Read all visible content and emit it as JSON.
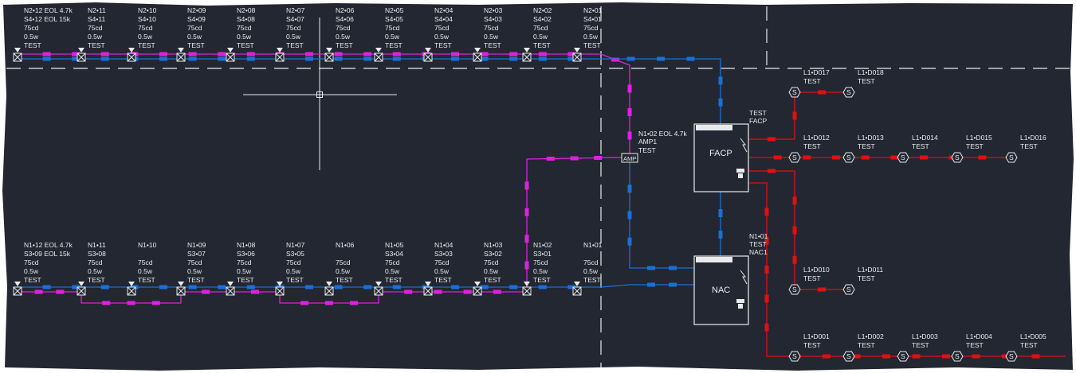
{
  "colors": {
    "background": "#232731",
    "blue_wire": "#1a6fd8",
    "magenta_wire": "#e020e0",
    "red_wire": "#e01010",
    "text": "#e8eaee",
    "device": "#e8eaee"
  },
  "top_row": {
    "eol": "N2•12 EOL 4.7k",
    "eol2": "S4•12 EOL 15k",
    "devices": [
      {
        "id": "N2•12",
        "addr": "S4•12",
        "cd": "75cd",
        "w": "0.5w",
        "t": "TEST"
      },
      {
        "id": "N2•11",
        "addr": "S4•11",
        "cd": "75cd",
        "w": "0.5w",
        "t": "TEST"
      },
      {
        "id": "N2•10",
        "addr": "S4•10",
        "cd": "75cd",
        "w": "0.5w",
        "t": "TEST"
      },
      {
        "id": "N2•09",
        "addr": "S4•09",
        "cd": "75cd",
        "w": "0.5w",
        "t": "TEST"
      },
      {
        "id": "N2•08",
        "addr": "S4•08",
        "cd": "75cd",
        "w": "0.5w",
        "t": "TEST"
      },
      {
        "id": "N2•07",
        "addr": "S4•07",
        "cd": "75cd",
        "w": "0.5w",
        "t": "TEST"
      },
      {
        "id": "N2•06",
        "addr": "S4•06",
        "cd": "75cd",
        "w": "0.5w",
        "t": "TEST"
      },
      {
        "id": "N2•05",
        "addr": "S4•05",
        "cd": "75cd",
        "w": "0.5w",
        "t": "TEST"
      },
      {
        "id": "N2•04",
        "addr": "S4•04",
        "cd": "75cd",
        "w": "0.5w",
        "t": "TEST"
      },
      {
        "id": "N2•03",
        "addr": "S4•03",
        "cd": "75cd",
        "w": "0.5w",
        "t": "TEST"
      },
      {
        "id": "N2•02",
        "addr": "S4•02",
        "cd": "75cd",
        "w": "0.5w",
        "t": "TEST"
      },
      {
        "id": "N2•01",
        "addr": "S4•01",
        "cd": "75cd",
        "w": "0.5w",
        "t": "TEST"
      }
    ]
  },
  "bottom_row": {
    "eol": "N1•12 EOL 4.7k",
    "eol2": "S3•09 EOL 15k",
    "devices": [
      {
        "id": "N1•12",
        "addr": "S3•09",
        "cd": "75cd",
        "w": "0.5w",
        "t": "TEST"
      },
      {
        "id": "N1•11",
        "addr": "S3•08",
        "cd": "75cd",
        "w": "0.5w",
        "t": "TEST"
      },
      {
        "id": "N1•10",
        "addr": "",
        "cd": "75cd",
        "w": "0.5w",
        "t": "TEST"
      },
      {
        "id": "N1•09",
        "addr": "S3•07",
        "cd": "75cd",
        "w": "0.5w",
        "t": "TEST"
      },
      {
        "id": "N1•08",
        "addr": "S3•06",
        "cd": "75cd",
        "w": "0.5w",
        "t": "TEST"
      },
      {
        "id": "N1•07",
        "addr": "S3•05",
        "cd": "75cd",
        "w": "0.5w",
        "t": "TEST"
      },
      {
        "id": "N1•06",
        "addr": "",
        "cd": "75cd",
        "w": "0.5w",
        "t": "TEST"
      },
      {
        "id": "N1•05",
        "addr": "S3•04",
        "cd": "75cd",
        "w": "0.5w",
        "t": "TEST"
      },
      {
        "id": "N1•04",
        "addr": "S3•03",
        "cd": "75cd",
        "w": "0.5w",
        "t": "TEST"
      },
      {
        "id": "N1•03",
        "addr": "S3•02",
        "cd": "75cd",
        "w": "0.5w",
        "t": "TEST"
      },
      {
        "id": "N1•02",
        "addr": "S3•01",
        "cd": "75cd",
        "w": "0.5w",
        "t": "TEST"
      },
      {
        "id": "N1•01",
        "addr": "",
        "cd": "75cd",
        "w": "0.5w",
        "t": "TEST"
      }
    ]
  },
  "amp": {
    "box": "AMP",
    "l1": "N1•02 EOL 4.7k",
    "l2": "AMP1",
    "l3": "TEST"
  },
  "facp": {
    "label": "FACP",
    "t1": "TEST",
    "t2": "FACP"
  },
  "nac": {
    "label": "NAC",
    "t1": "N1•01",
    "t2": "TEST",
    "t3": "NAC1"
  },
  "smoke": {
    "symbol": "S",
    "r1": [
      {
        "id": "L1•D017",
        "t": "TEST"
      },
      {
        "id": "L1•D018",
        "t": "TEST"
      }
    ],
    "r2": [
      {
        "id": "L1•D012",
        "t": "TEST"
      },
      {
        "id": "L1•D013",
        "t": "TEST"
      },
      {
        "id": "L1•D014",
        "t": "TEST"
      },
      {
        "id": "L1•D015",
        "t": "TEST"
      },
      {
        "id": "L1•D016",
        "t": "TEST"
      }
    ],
    "r3": [
      {
        "id": "L1•D010",
        "t": "TEST"
      },
      {
        "id": "L1•D011",
        "t": "TEST"
      }
    ],
    "r4": [
      {
        "id": "L1•D001",
        "t": "TEST"
      },
      {
        "id": "L1•D002",
        "t": "TEST"
      },
      {
        "id": "L1•D003",
        "t": "TEST"
      },
      {
        "id": "L1•D004",
        "t": "TEST"
      },
      {
        "id": "L1•D005",
        "t": "TEST"
      }
    ]
  }
}
